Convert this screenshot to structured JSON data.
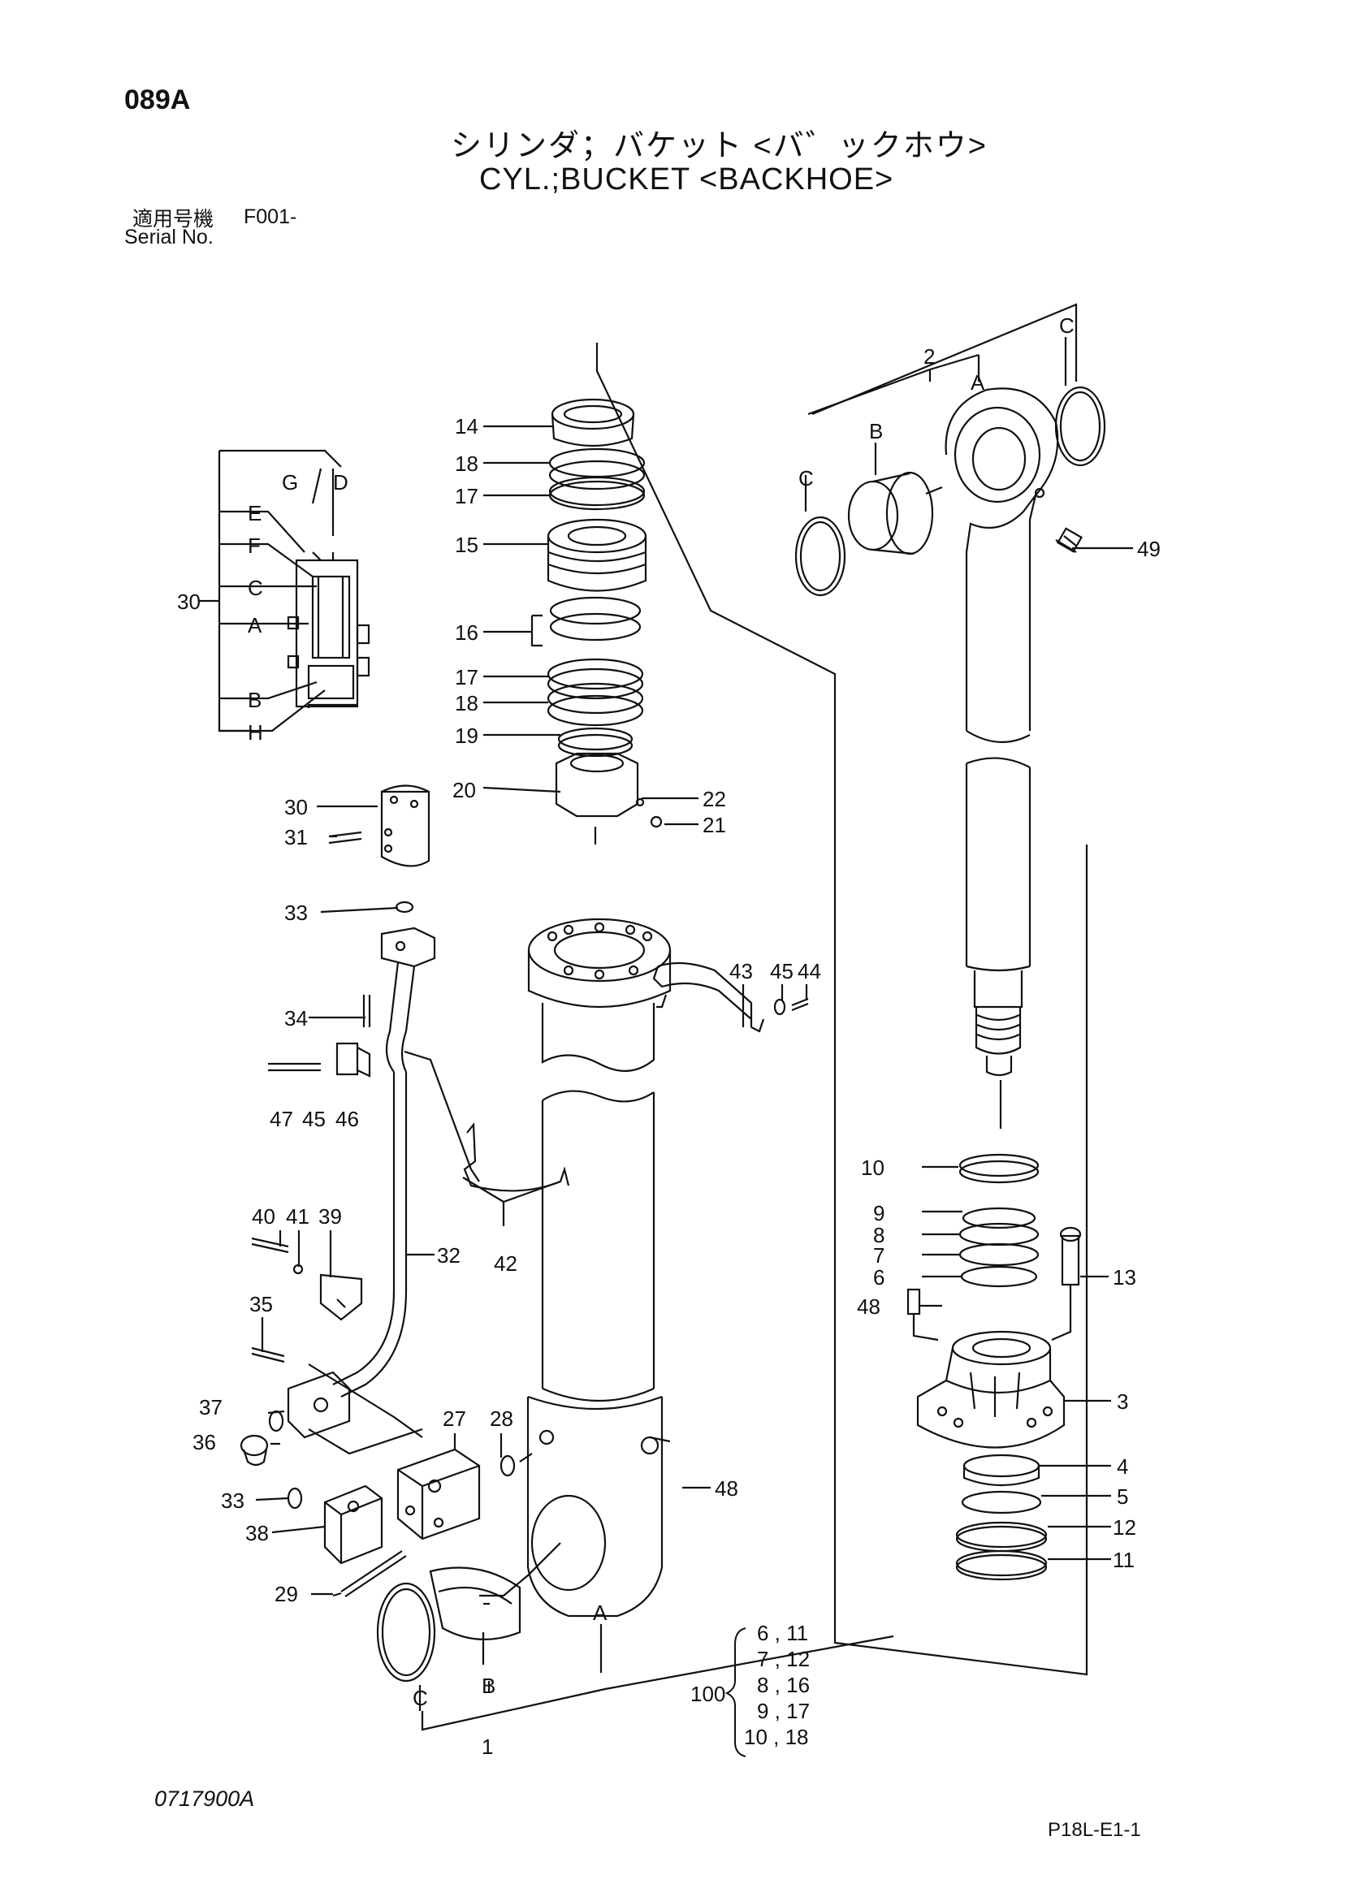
{
  "header": {
    "page_code": "089A",
    "title_jp": "シリンダ；バケット <バ゛ックホウ>",
    "title_en": "CYL.;BUCKET <BACKHOE>",
    "serial_label_jp": "適用号機",
    "serial_value": "F001-",
    "serial_label_en": "Serial No."
  },
  "footer": {
    "doc_code": "0717900A",
    "sheet_code": "P18L-E1-1"
  },
  "callouts": {
    "p14": "14",
    "p18a": "18",
    "p17a": "17",
    "p15": "15",
    "p16": "16",
    "p17b": "17",
    "p18b": "18",
    "p19": "19",
    "p20": "20",
    "p22": "22",
    "p21": "21",
    "p2": "2",
    "rA": "A",
    "rB": "B",
    "rC1": "C",
    "rC2": "C",
    "p49": "49",
    "p30a": "30",
    "iG": "G",
    "iD": "D",
    "iE": "E",
    "iF": "F",
    "iC": "C",
    "iA": "A",
    "iB": "B",
    "iH": "H",
    "p30b": "30",
    "p31": "31",
    "p33a": "33",
    "p34": "34",
    "p47": "47",
    "p45a": "45",
    "p46": "46",
    "p43": "43",
    "p45b": "45",
    "p44": "44",
    "p42": "42",
    "p32": "32",
    "p40": "40",
    "p41": "41",
    "p39": "39",
    "p35": "35",
    "p37": "37",
    "p36": "36",
    "p33b": "33",
    "p38": "38",
    "p27": "27",
    "p28": "28",
    "p29": "29",
    "p48a": "48",
    "bA": "A",
    "bB": "B",
    "bC": "C",
    "p1": "1",
    "p10": "10",
    "p9": "9",
    "p8": "8",
    "p7": "7",
    "p6": "6",
    "p48b": "48",
    "p13": "13",
    "p3": "3",
    "p4": "4",
    "p5": "5",
    "p12": "12",
    "p11": "11"
  },
  "kit": {
    "number": "100",
    "rows": [
      "6 , 11",
      "7 , 12",
      "8 , 16",
      "9 , 17",
      "10 , 18"
    ]
  }
}
